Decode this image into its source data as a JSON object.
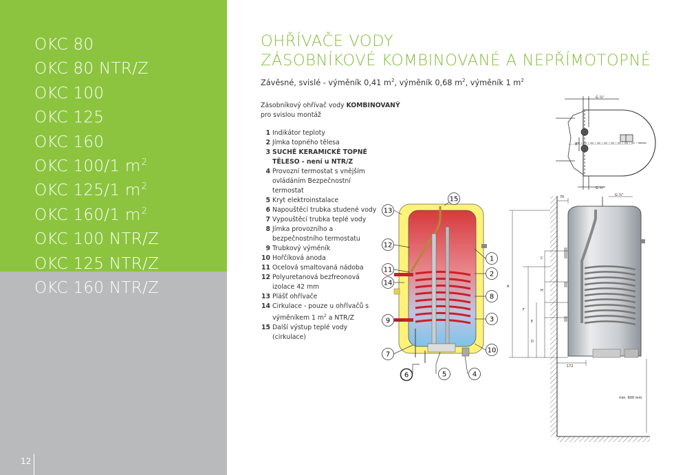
{
  "models": [
    {
      "text": "OKC 80",
      "sup": ""
    },
    {
      "text": "OKC 80 NTR/Z",
      "sup": ""
    },
    {
      "text": "OKC 100",
      "sup": ""
    },
    {
      "text": "OKC 125",
      "sup": ""
    },
    {
      "text": "OKC 160",
      "sup": ""
    },
    {
      "text": "OKC 100/1 m",
      "sup": "2"
    },
    {
      "text": "OKC 125/1 m",
      "sup": "2"
    },
    {
      "text": "OKC 160/1 m",
      "sup": "2"
    },
    {
      "text": "OKC 100 NTR/Z",
      "sup": ""
    },
    {
      "text": "OKC 125 NTR/Z",
      "sup": ""
    },
    {
      "text": "OKC 160 NTR/Z",
      "sup": ""
    }
  ],
  "page_number": "12",
  "title_line1": "OHŘÍVAČE VODY",
  "title_line2": "ZÁSOBNÍKOVÉ KOMBINOVANÉ A NEPŘÍMOTOPNÉ",
  "subtitle": {
    "a": "Závěsné, svislé - výměník 0,41 m",
    "b": ", výměník 0,68 m",
    "c": ", výměník 1 m",
    "sup": "2"
  },
  "intro": {
    "prefix": "Zásobníkový ohřívač vody ",
    "bold": "KOMBINOVANÝ",
    "line2": "pro svislou montáž"
  },
  "parts": [
    {
      "n": "1",
      "text": "Indikátor teploty"
    },
    {
      "n": "2",
      "text": "Jímka topného tělesa"
    },
    {
      "n": "3",
      "text": "SUCHÉ KERAMICKÉ TOPNÉ TĚLESO - není u NTR/Z",
      "bold": true
    },
    {
      "n": "4",
      "text": "Provozní termostat s vnějším ovládáním Bezpečnostní termostat"
    },
    {
      "n": "5",
      "text": "Kryt elektroinstalace"
    },
    {
      "n": "6",
      "text": "Napouštěcí trubka studené vody"
    },
    {
      "n": "7",
      "text": "Vypouštěcí trubka teplé vody"
    },
    {
      "n": "8",
      "text": "Jímka provozního a bezpečnostního termostatu"
    },
    {
      "n": "9",
      "text": "Trubkový výměník"
    },
    {
      "n": "10",
      "text": "Hořčíková anoda"
    },
    {
      "n": "11",
      "text": "Ocelová smaltovaná nádoba"
    },
    {
      "n": "12",
      "text": "Polyuretanová bezfreonová izolace 42 mm"
    },
    {
      "n": "13",
      "text": "Plášť ohřívače"
    },
    {
      "n": "14",
      "text": "Cirkulace - pouze u ohřívačů s výměníkem 1 m",
      "sup": "2",
      "after": " a NTR/Z"
    },
    {
      "n": "15",
      "text": "Další výstup teplé vody (cirkulace)"
    }
  ],
  "callouts": [
    "1",
    "2",
    "3",
    "4",
    "5",
    "6",
    "7",
    "8",
    "9",
    "10",
    "11",
    "12",
    "13",
    "14",
    "15"
  ],
  "dim_labels": {
    "g34_top": "G ¾\"",
    "g34_bottom": "G ¾\"",
    "g34_side": "G ¾\"",
    "d70": "70",
    "d172": "172",
    "min600": "min. 600 mm",
    "B": "B",
    "C": "C",
    "H": "H",
    "F": "F",
    "E": "E",
    "D": "D",
    "A": "A"
  },
  "colors": {
    "green": "#8cc43f",
    "gray": "#b9babc",
    "title_green": "#86bd3a",
    "shell_yellow": "#fff27a",
    "hot_red": "#d8363b",
    "cold_blue": "#8ec7ea",
    "coil_red": "#c8202a"
  }
}
